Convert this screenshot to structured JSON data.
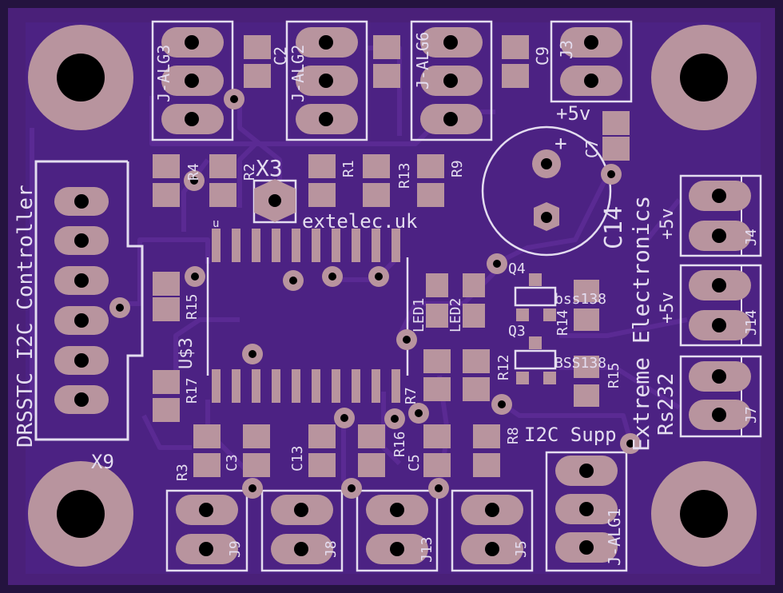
{
  "board": {
    "colors": {
      "outer": "#24133f",
      "board": "#4a2079",
      "pour": "#4b2180",
      "trace": "#5a2a93",
      "pad": "#b8949e",
      "hole": "#000000",
      "silk": "#e4ddf0"
    },
    "labels": {
      "x9": "X9",
      "x3": "X3",
      "site": "extelec.uk",
      "controller": "DRSSTC I2C Controller",
      "brand": "Extreme Electronics",
      "i2c_supp": "I2C Supp",
      "rs232": "Rs232",
      "plus5v_top": "+5v",
      "plus5v_a": "+5v",
      "plus5v_b": "+5v",
      "plus": "+",
      "c14": "C14",
      "c7": "C7",
      "c9": "C9",
      "c2": "C2",
      "c3": "C3",
      "c13": "C13",
      "c5": "C5",
      "j3": "J3",
      "j4": "J4",
      "j14": "J14",
      "j7": "J7",
      "j9": "J9",
      "j8": "J8",
      "j13": "J13",
      "j5": "J5",
      "jalg1": "J-ALG1",
      "jalg2": "J-ALG2",
      "jalg3": "J-ALG3",
      "jalg6": "J-ALG6",
      "r1": "R1",
      "r2": "R2",
      "r3": "R3",
      "r4": "R4",
      "r7": "R7",
      "r8": "R8",
      "r9": "R9",
      "r12": "R12",
      "r13": "R13",
      "r14": "R14",
      "r15": "R15",
      "r16": "R16",
      "r17": "R17",
      "r15b": "R15",
      "led1": "LED1",
      "led2": "LED2",
      "q3": "Q3",
      "q4": "Q4",
      "bss_a": "BSS138",
      "bss_b": "bss138",
      "us3": "U$3",
      "ic_pin": "u"
    }
  }
}
